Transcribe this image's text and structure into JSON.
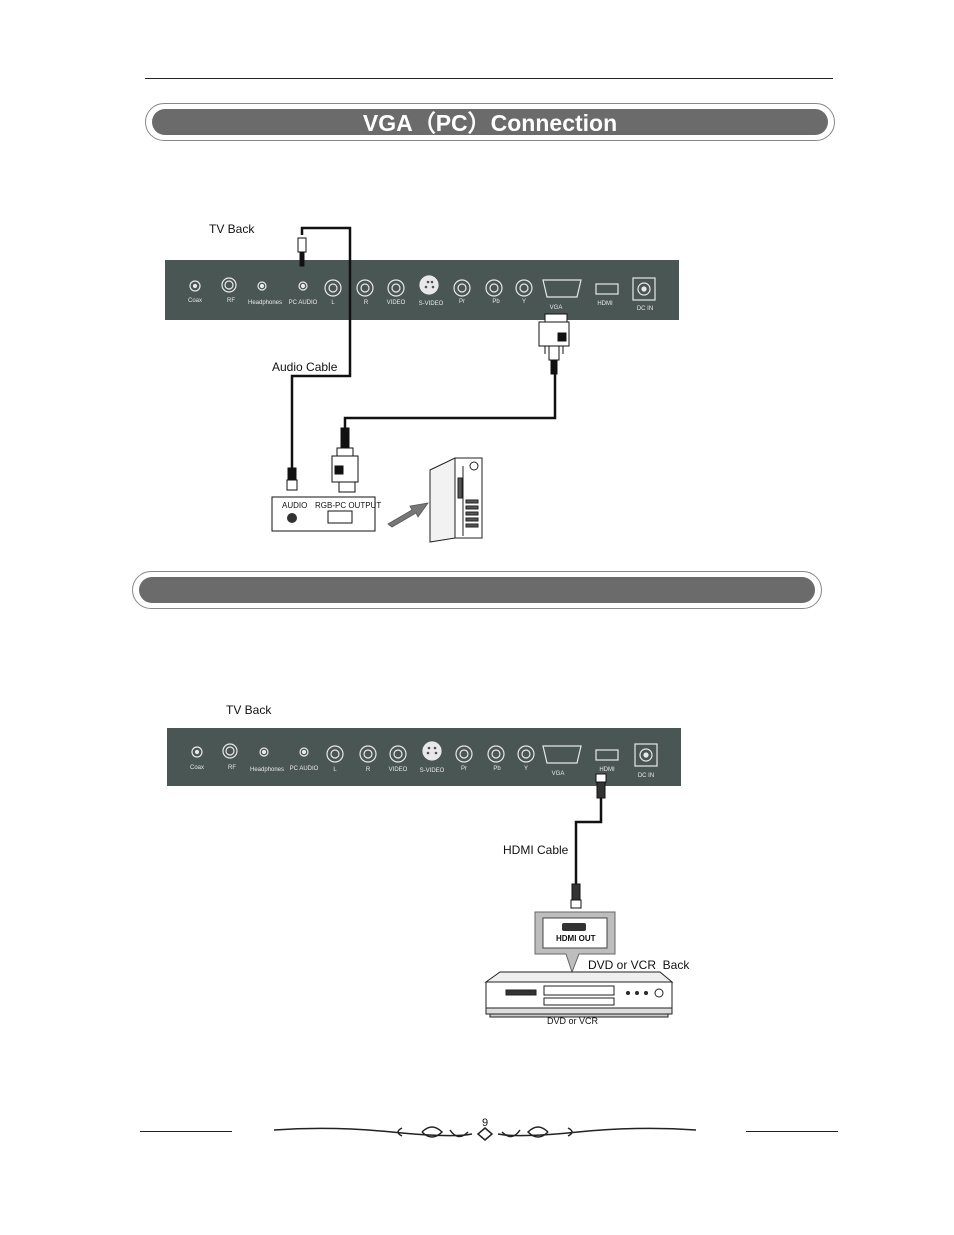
{
  "section1": {
    "title": "VGA（PC）Connection",
    "tv_back_label": "TV Back",
    "audio_cable_label": "Audio Cable",
    "pc_audio_label": "AUDIO",
    "pc_rgb_label": "RGB-PC OUTPUT"
  },
  "section2": {
    "title": "",
    "tv_back_label": "TV Back",
    "hdmi_cable_label": "HDMI Cable",
    "hdmi_out_label": "HDMI OUT",
    "device_back_label": "DVD or VCR  Back",
    "device_label": "DVD or VCR"
  },
  "panel_ports": [
    {
      "id": "coax",
      "label": "Coax"
    },
    {
      "id": "rf",
      "label": "RF"
    },
    {
      "id": "headphones",
      "label": "Headphones"
    },
    {
      "id": "pc-audio",
      "label": "PC AUDIO"
    },
    {
      "id": "l",
      "label": "L"
    },
    {
      "id": "r",
      "label": "R"
    },
    {
      "id": "video",
      "label": "VIDEO"
    },
    {
      "id": "s-video",
      "label": "S-VIDEO"
    },
    {
      "id": "pr",
      "label": "Pr"
    },
    {
      "id": "pb",
      "label": "Pb"
    },
    {
      "id": "y",
      "label": "Y"
    },
    {
      "id": "vga",
      "label": "VGA"
    },
    {
      "id": "hdmi",
      "label": "HDMI"
    },
    {
      "id": "dc-in",
      "label": "DC  IN"
    }
  ],
  "footer": {
    "page_number": "9"
  },
  "colors": {
    "panel": "#4a5653",
    "banner": "#6b6b6b",
    "cable": "#111111"
  }
}
